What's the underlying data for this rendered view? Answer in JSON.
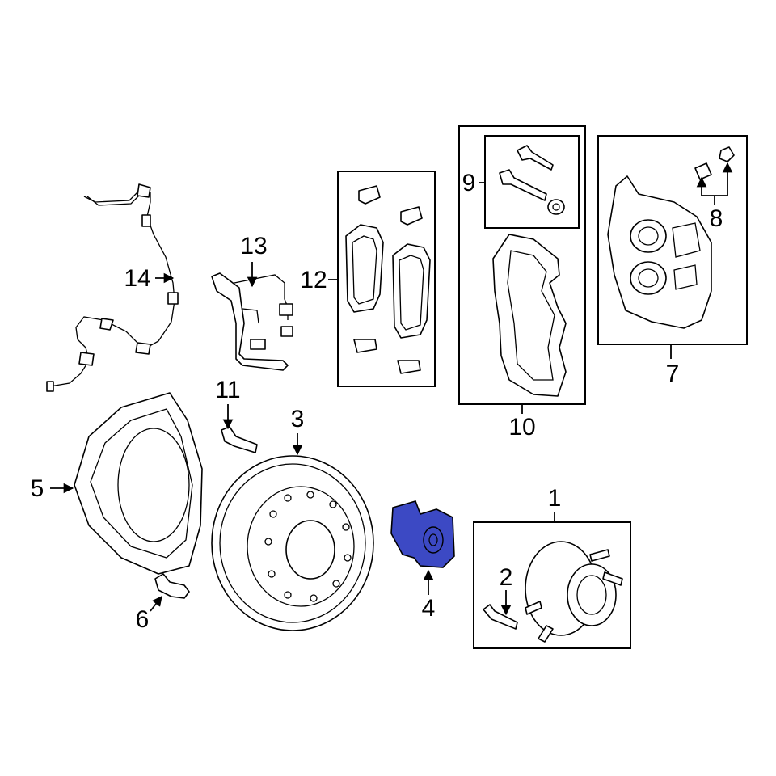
{
  "diagram": {
    "highlight_color": "#3c49c4",
    "callouts": {
      "c1": "1",
      "c2": "2",
      "c3": "3",
      "c4": "4",
      "c5": "5",
      "c6": "6",
      "c7": "7",
      "c8": "8",
      "c9": "9",
      "c10": "10",
      "c11": "11",
      "c12": "12",
      "c13": "13",
      "c14": "14"
    }
  }
}
